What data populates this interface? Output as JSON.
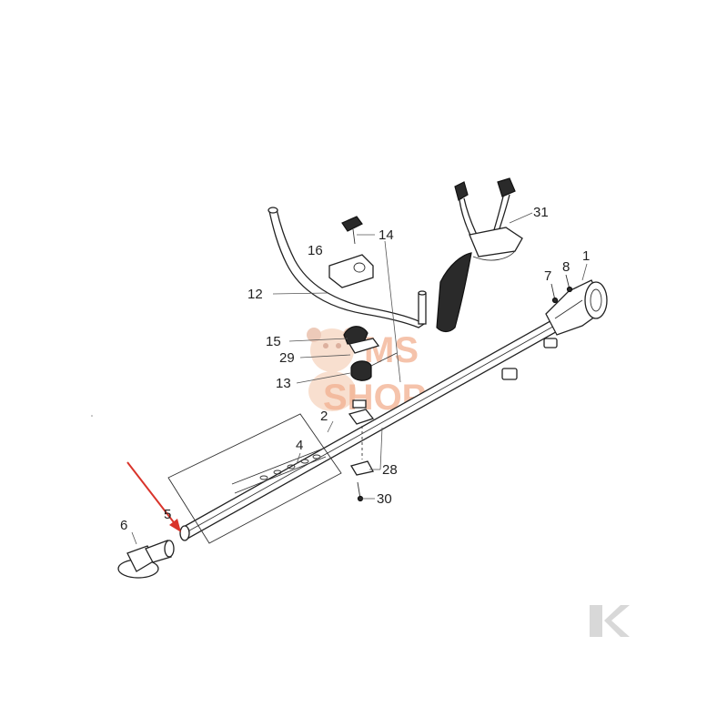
{
  "diagram": {
    "callouts": [
      {
        "id": "p1",
        "text": "1"
      },
      {
        "id": "p2",
        "text": "2"
      },
      {
        "id": "p4",
        "text": "4"
      },
      {
        "id": "p5",
        "text": "5"
      },
      {
        "id": "p6",
        "text": "6"
      },
      {
        "id": "p7",
        "text": "7"
      },
      {
        "id": "p8",
        "text": "8"
      },
      {
        "id": "p12",
        "text": "12"
      },
      {
        "id": "p13",
        "text": "13"
      },
      {
        "id": "p14",
        "text": "14"
      },
      {
        "id": "p15",
        "text": "15"
      },
      {
        "id": "p16",
        "text": "16"
      },
      {
        "id": "p28",
        "text": "28"
      },
      {
        "id": "p29",
        "text": "29"
      },
      {
        "id": "p30",
        "text": "30"
      },
      {
        "id": "p31",
        "text": "31"
      }
    ],
    "highlight_color": "#d9342b"
  },
  "watermark": {
    "line1": "MS",
    "line2": "SHOP",
    "color": "#f2b090"
  },
  "brand_mark": {
    "icon": "k-logo-icon",
    "color": "#d8d8d8"
  }
}
